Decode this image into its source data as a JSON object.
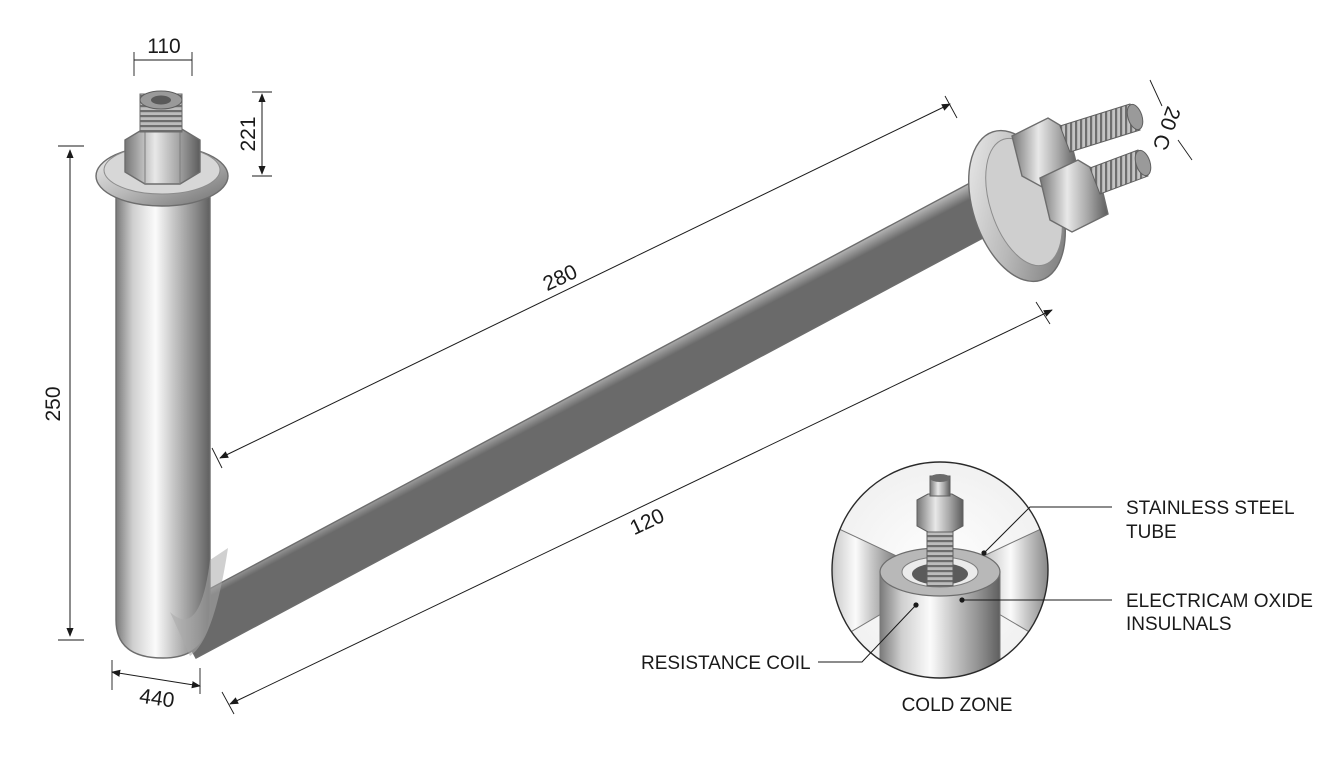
{
  "dimensions": {
    "top_width": "110",
    "nut_height": "221",
    "vertical_length": "250",
    "long_upper": "280",
    "long_lower": "120",
    "base_width": "440",
    "terminal_spacing": "20 C"
  },
  "callouts": {
    "stainless_line1": "STAINLESS STEEL",
    "stainless_line2": "TUBE",
    "oxide_line1": "ELECTRICAM OXIDE",
    "oxide_line2": "INSULNALS",
    "resistance_coil": "RESISTANCE COIL",
    "cold_zone": "COLD ZONE"
  },
  "colors": {
    "metal_light": "#f4f4f4",
    "metal_mid": "#b9b9b9",
    "metal_dark": "#6e6e6e",
    "line": "#1a1a1a"
  }
}
